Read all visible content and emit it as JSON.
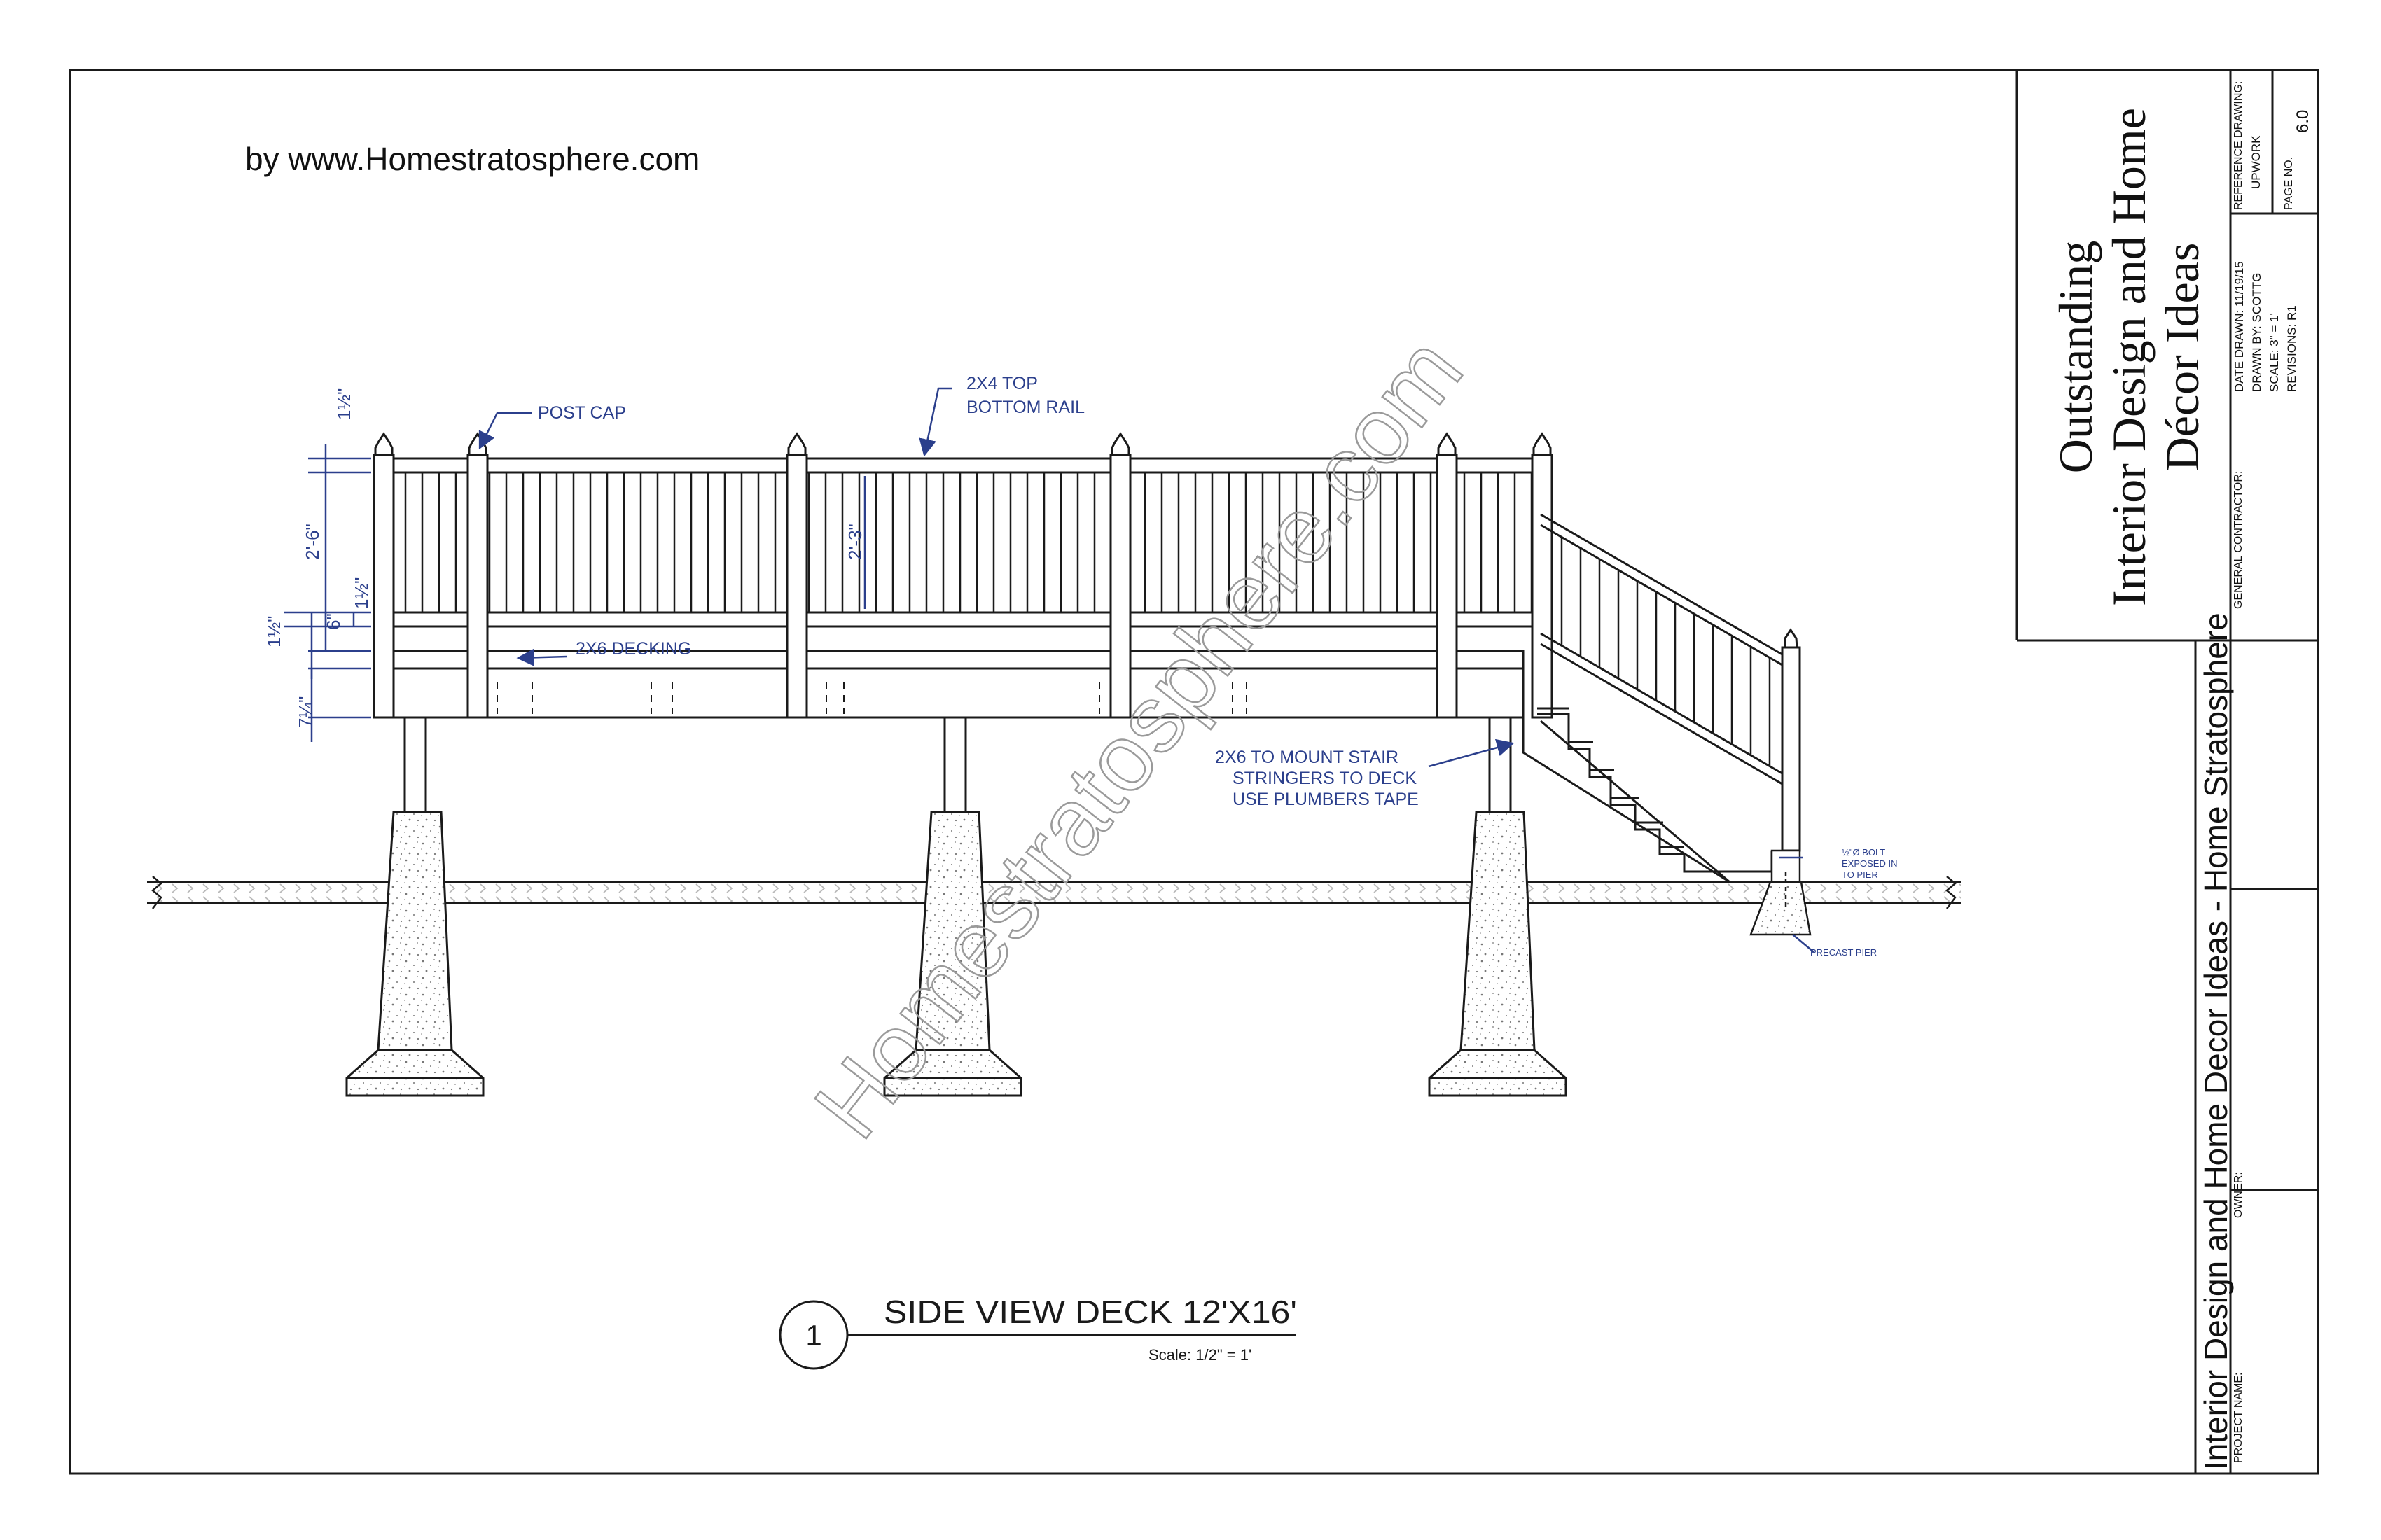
{
  "credit": "by www.Homestratosphere.com",
  "watermark": "Homestratosphere.com",
  "labels": {
    "post_cap": "POST CAP",
    "top_rail_line1": "2X4 TOP",
    "top_rail_line2": "BOTTOM RAIL",
    "decking": "2X6 DECKING",
    "stringer_line1": "2X6  TO MOUNT STAIR",
    "stringer_line2": "STRINGERS TO DECK",
    "stringer_line3": "USE PLUMBERS TAPE",
    "bolt_line1": "½\"Ø BOLT",
    "bolt_line2": "EXPOSED IN",
    "bolt_line3": "TO PIER",
    "precast_pier": "PRECAST PIER"
  },
  "dimensions": {
    "cap": "1½\"",
    "railing": "2'-6\"",
    "baluster": "2'-3\"",
    "gap_lower": "1½\"",
    "bottom_rail": "6\"",
    "deck_board": "1½\"",
    "joist": "7¼\""
  },
  "view": {
    "number": "1",
    "title": "SIDE VIEW DECK 12'X16'",
    "scale": "Scale: 1/2\" = 1'"
  },
  "title_block": {
    "company_line1": "Outstanding",
    "company_line2": "Interior Design and Home",
    "company_line3": "Décor Ideas",
    "project_title": "Interior Design and Home Decor Ideas - Home Stratosphere",
    "project_name_label": "PROJECT NAME:",
    "owner_label": "OWNER:",
    "general_contractor_label": "GENERAL CONTRACTOR:",
    "date_drawn": "DATE DRAWN: 11/19/15",
    "drawn_by": "DRAWN BY: SCOTTG",
    "scale": "SCALE: 3\" = 1'",
    "revisions": "REVISIONS: R1",
    "reference_label": "REFERENCE DRAWING:",
    "reference_value": "UPWORK",
    "page_label": "PAGE NO.",
    "page_value": "6.0"
  },
  "colors": {
    "line": "#1a1a1a",
    "annotation": "#2b3f8c",
    "watermark": "#9a9a9a"
  }
}
